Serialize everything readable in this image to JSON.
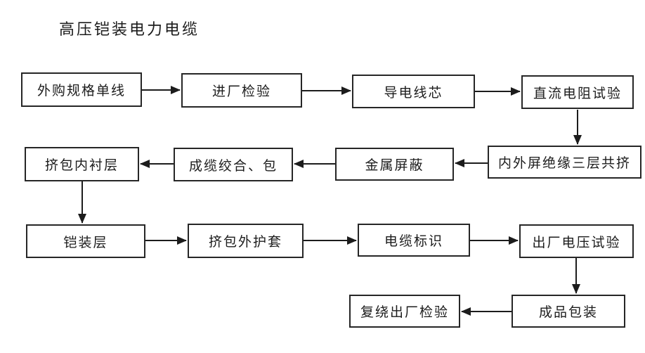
{
  "title": "高压铠装电力电缆",
  "flowchart": {
    "nodes": [
      {
        "id": "purchased-single-wire",
        "label": "外购规格单线"
      },
      {
        "id": "incoming-inspection",
        "label": "进厂检验"
      },
      {
        "id": "conductor-core",
        "label": "导电线芯"
      },
      {
        "id": "dc-resistance-test",
        "label": "直流电阻试验"
      },
      {
        "id": "three-layer-coextrusion",
        "label": "内外屏绝缘三层共挤"
      },
      {
        "id": "metal-shielding",
        "label": "金属屏蔽"
      },
      {
        "id": "cabling-stranding-wrapping",
        "label": "成缆绞合、包"
      },
      {
        "id": "inner-sheath-extrusion",
        "label": "挤包内衬层"
      },
      {
        "id": "armor-layer",
        "label": "铠装层"
      },
      {
        "id": "outer-sheath-extrusion",
        "label": "挤包外护套"
      },
      {
        "id": "cable-marking",
        "label": "电缆标识"
      },
      {
        "id": "factory-voltage-test",
        "label": "出厂电压试验"
      },
      {
        "id": "product-packaging",
        "label": "成品包装"
      },
      {
        "id": "rewind-factory-inspection",
        "label": "复绕出厂检验"
      }
    ],
    "edges": [
      {
        "from": "purchased-single-wire",
        "to": "incoming-inspection"
      },
      {
        "from": "incoming-inspection",
        "to": "conductor-core"
      },
      {
        "from": "conductor-core",
        "to": "dc-resistance-test"
      },
      {
        "from": "dc-resistance-test",
        "to": "three-layer-coextrusion"
      },
      {
        "from": "three-layer-coextrusion",
        "to": "metal-shielding"
      },
      {
        "from": "metal-shielding",
        "to": "cabling-stranding-wrapping"
      },
      {
        "from": "cabling-stranding-wrapping",
        "to": "inner-sheath-extrusion"
      },
      {
        "from": "inner-sheath-extrusion",
        "to": "armor-layer"
      },
      {
        "from": "armor-layer",
        "to": "outer-sheath-extrusion"
      },
      {
        "from": "outer-sheath-extrusion",
        "to": "cable-marking"
      },
      {
        "from": "cable-marking",
        "to": "factory-voltage-test"
      },
      {
        "from": "factory-voltage-test",
        "to": "product-packaging"
      },
      {
        "from": "product-packaging",
        "to": "rewind-factory-inspection"
      }
    ],
    "line_color": "#1c1c1c",
    "box_background": "#ffffff"
  }
}
